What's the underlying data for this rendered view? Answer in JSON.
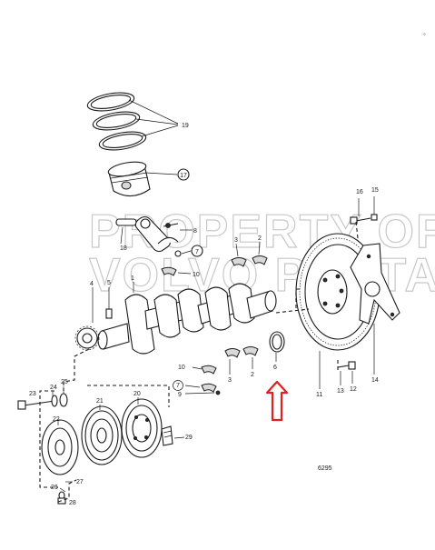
{
  "watermark": {
    "line1": "PROPERTY OF",
    "line2": "VOLVO PENTA"
  },
  "drawing_number": "6295",
  "corner_mark": "◦",
  "callouts": {
    "c1": "1",
    "c2a": "2",
    "c2b": "2",
    "c3a": "3",
    "c3b": "3",
    "c4": "4",
    "c5": "5",
    "c6": "6",
    "c7a": "7",
    "c7b": "7",
    "c8": "8",
    "c9": "9",
    "c10a": "10",
    "c10b": "10",
    "c11": "11",
    "c12": "12",
    "c13": "13",
    "c14": "14",
    "c15": "15",
    "c16": "16",
    "c17": "17",
    "c18": "18",
    "c19": "19",
    "c20": "20",
    "c21": "21",
    "c22": "22",
    "c23": "23",
    "c24": "24",
    "c25": "25",
    "c26": "26",
    "c27": "27",
    "c28": "28",
    "c29": "29"
  },
  "highlight": {
    "color": "#e02020",
    "target_callout": "6"
  }
}
